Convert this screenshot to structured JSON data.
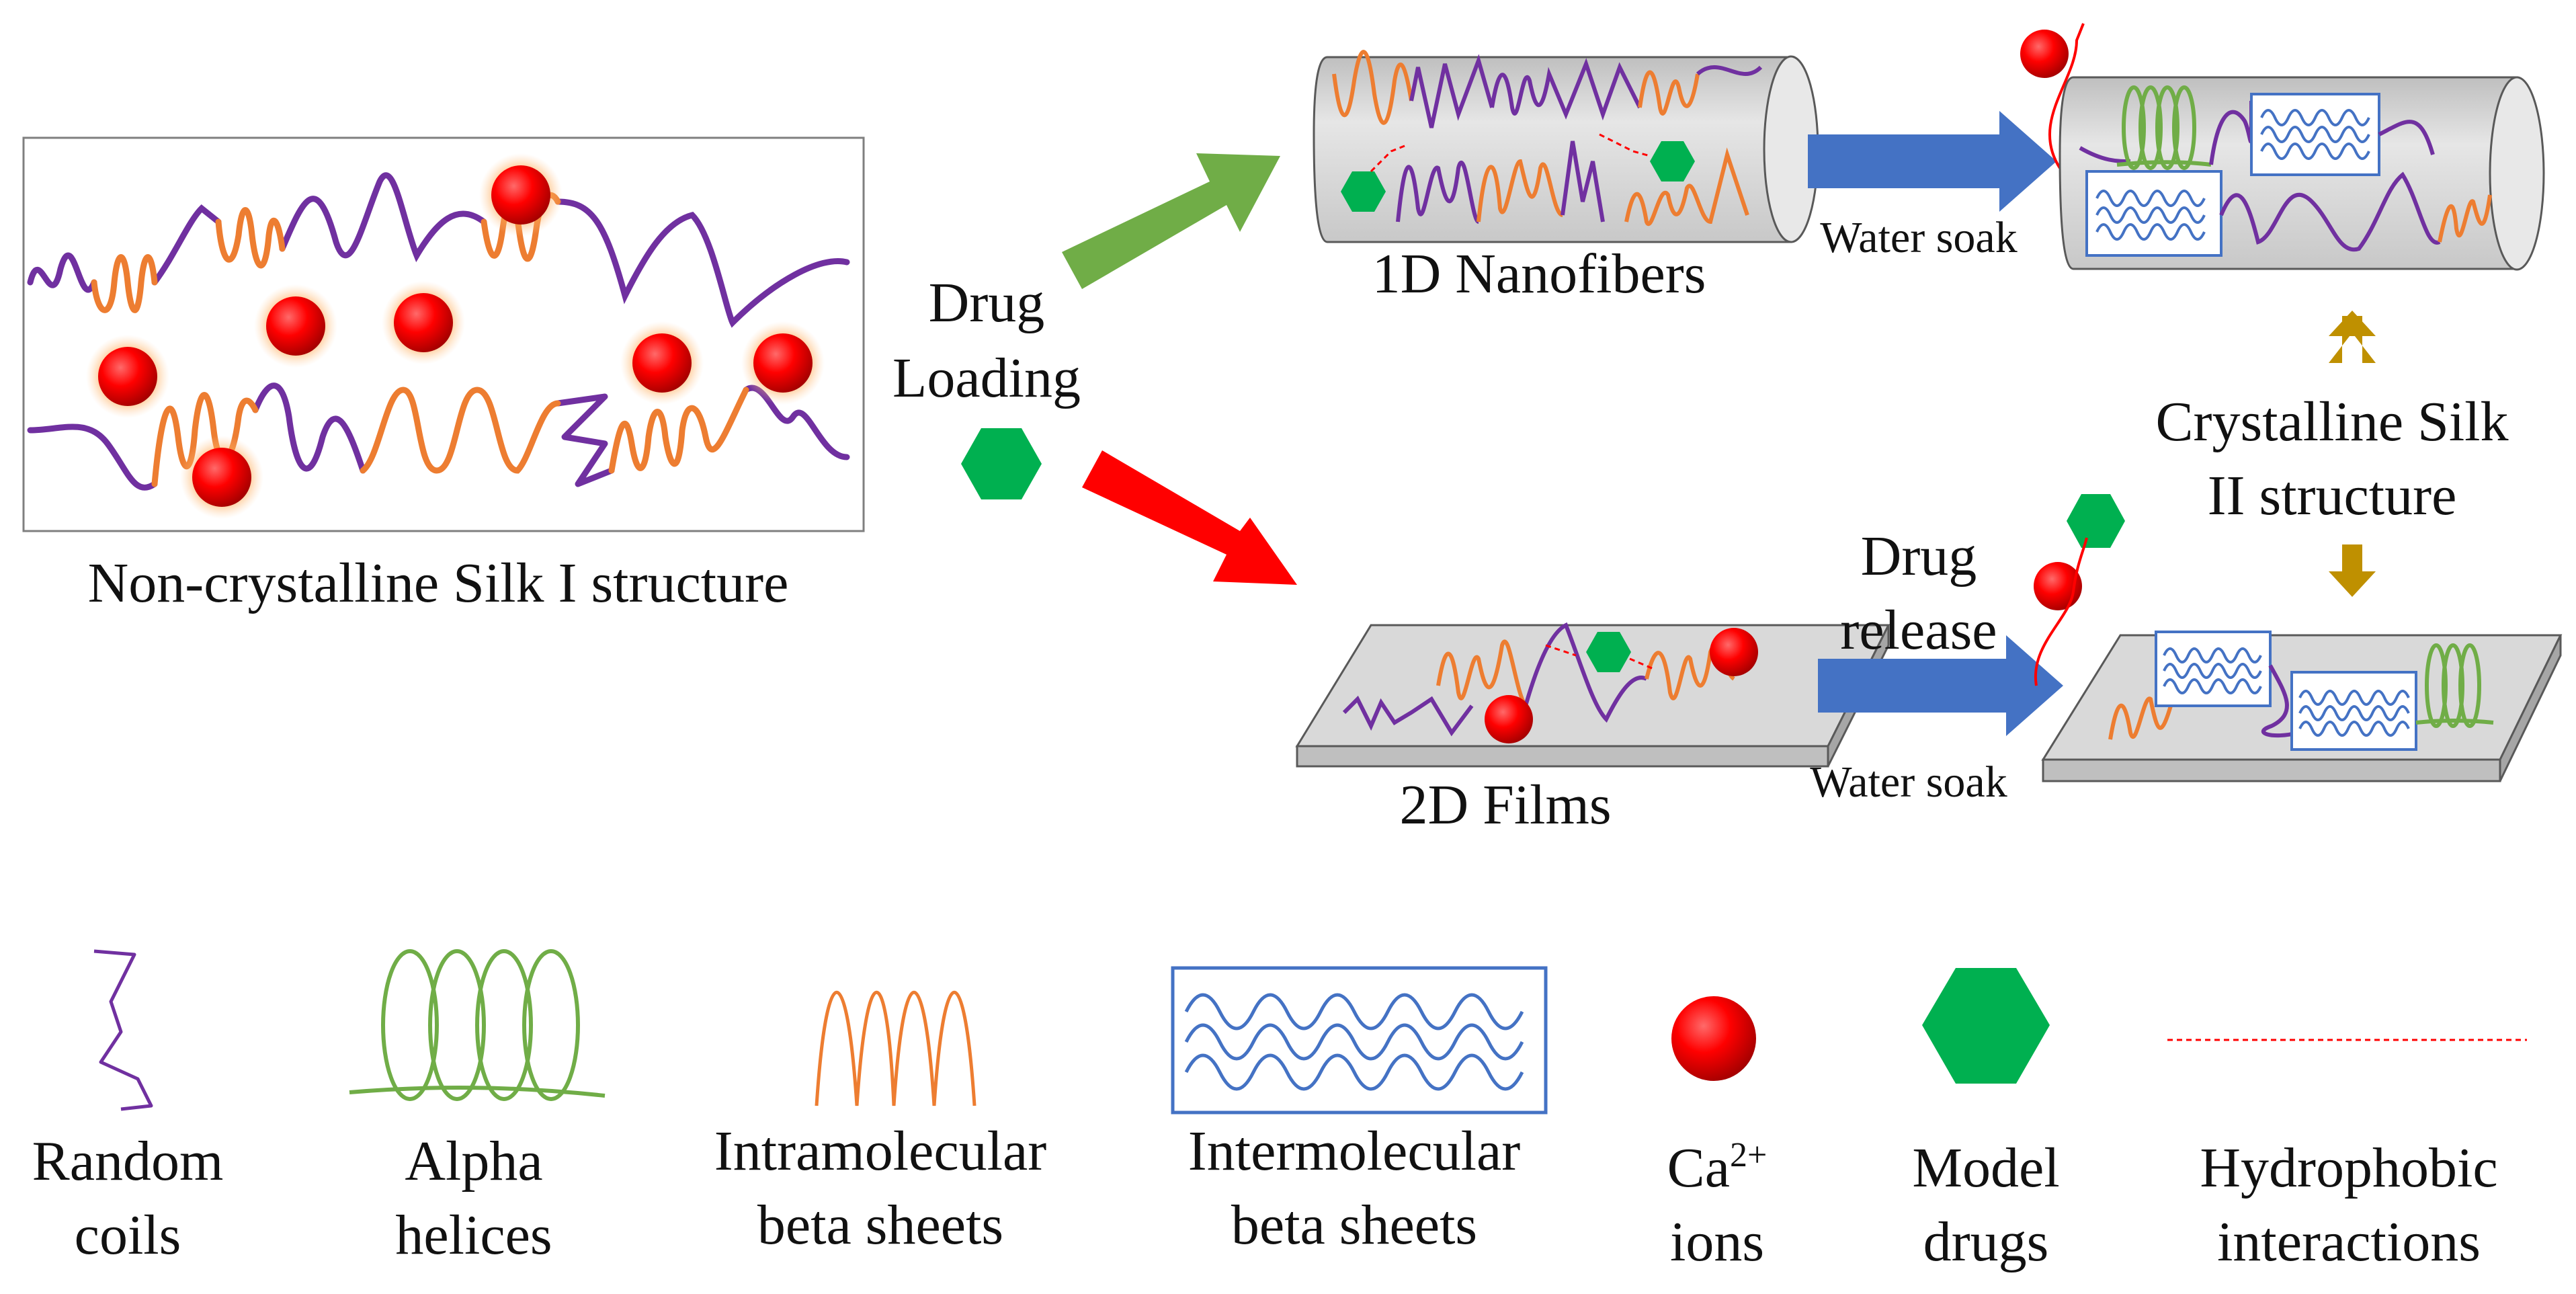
{
  "labels": {
    "silk1": "Non-crystalline Silk I structure",
    "drug_loading_1": "Drug",
    "drug_loading_2": "Loading",
    "nanofibers": "1D Nanofibers",
    "films": "2D Films",
    "water_soak_top": "Water soak",
    "water_soak_bottom": "Water soak",
    "drug_release_1": "Drug",
    "drug_release_2": "release",
    "silk2_1": "Crystalline Silk",
    "silk2_2": "II structure"
  },
  "legend": [
    {
      "icon": "random-coil-icon",
      "line1": "Random",
      "line2": "coils"
    },
    {
      "icon": "alpha-helix-icon",
      "line1": "Alpha",
      "line2": "helices"
    },
    {
      "icon": "intramolecular-beta-sheet-icon",
      "line1": "Intramolecular",
      "line2": "beta sheets"
    },
    {
      "icon": "intermolecular-beta-sheet-icon",
      "line1": "Intermolecular",
      "line2": "beta sheets"
    },
    {
      "icon": "calcium-ion-icon",
      "line1": "Ca",
      "sup": "2+",
      "line2": "ions"
    },
    {
      "icon": "model-drug-icon",
      "line1": "Model",
      "line2": "drugs"
    },
    {
      "icon": "hydrophobic-interaction-icon",
      "line1": "Hydrophobic",
      "line2": "interactions"
    }
  ],
  "colors": {
    "random_coil": "#7030a0",
    "beta_sheet_intra": "#ed7d31",
    "alpha_helix": "#70ad47",
    "beta_sheet_inter": "#4472c4",
    "calcium": "#ff0000",
    "drug": "#00b050",
    "hydrophobic": "#ff0000",
    "arrow_green": "#70ad47",
    "arrow_red": "#ff0000",
    "arrow_blue": "#4472c4",
    "arrow_gold": "#bf9000",
    "fiber_gray": "#d9d9d9"
  }
}
